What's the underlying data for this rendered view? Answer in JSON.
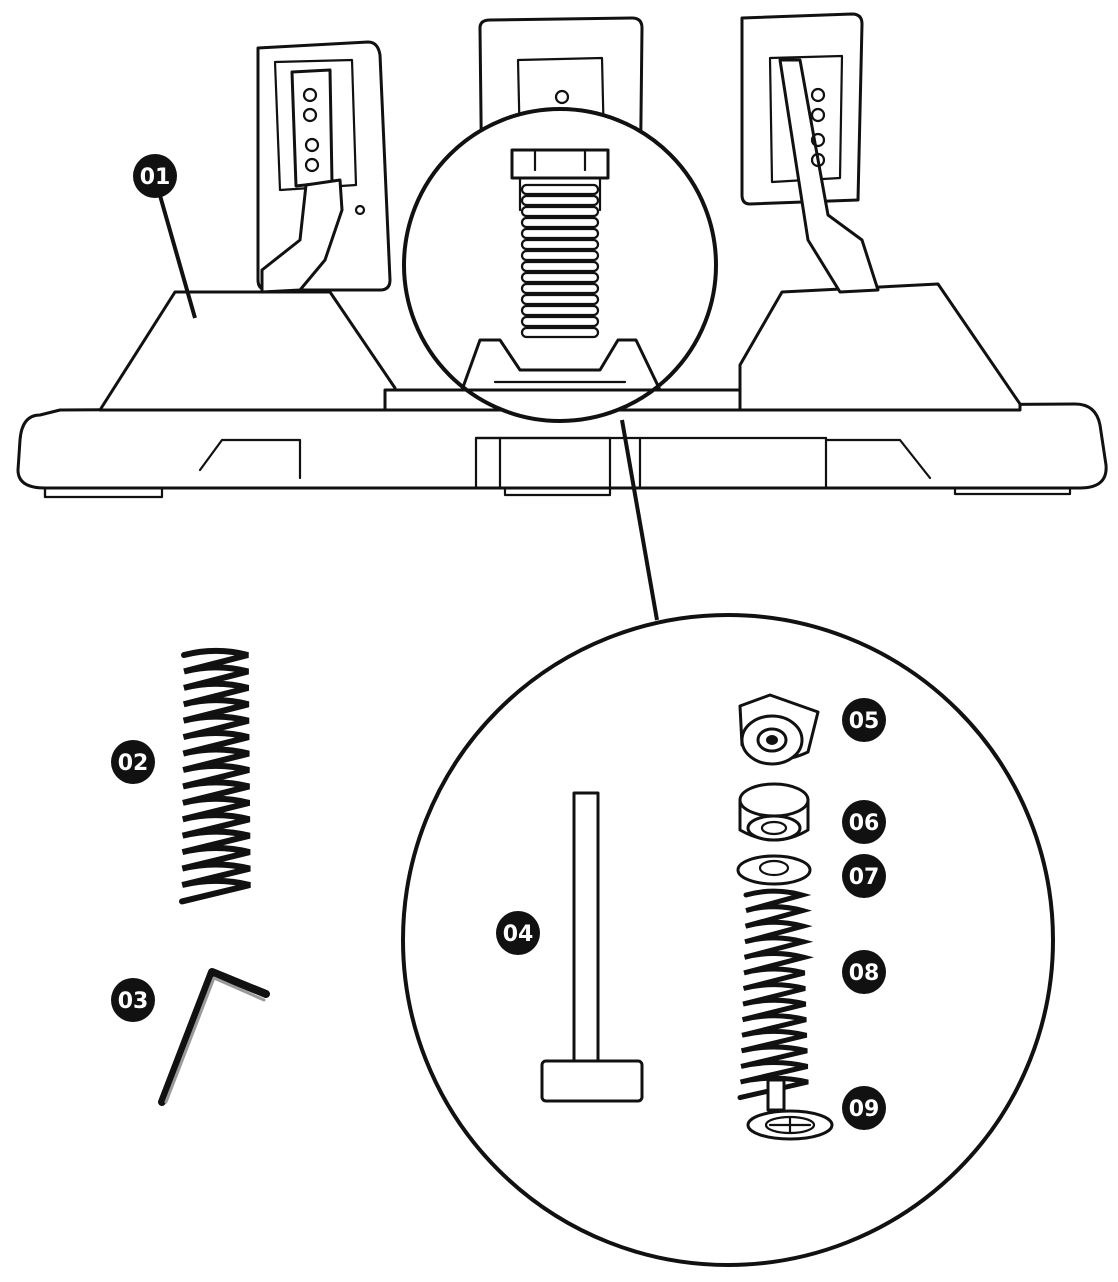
{
  "diagram": {
    "callouts": [
      {
        "id": "01",
        "label": "01"
      },
      {
        "id": "02",
        "label": "02"
      },
      {
        "id": "03",
        "label": "03"
      },
      {
        "id": "04",
        "label": "04"
      },
      {
        "id": "05",
        "label": "05"
      },
      {
        "id": "06",
        "label": "06"
      },
      {
        "id": "07",
        "label": "07"
      },
      {
        "id": "08",
        "label": "08"
      },
      {
        "id": "09",
        "label": "09"
      }
    ]
  },
  "colors": {
    "line": "#111111",
    "background": "#ffffff",
    "callout_fill": "#111111",
    "callout_text": "#ffffff"
  }
}
